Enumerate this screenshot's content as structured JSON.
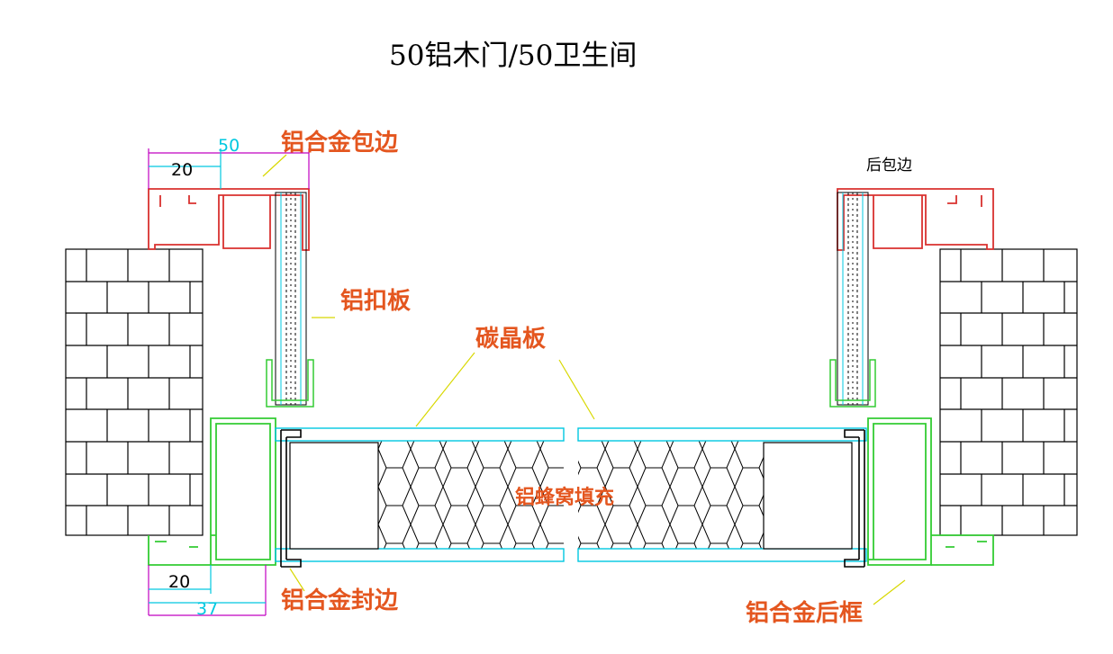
{
  "title": "50铝木门/50卫生间",
  "labels": {
    "aluminum_edge": "铝合金包边",
    "rear_edge": "后包边",
    "aluminum_cover": "铝扣板",
    "carbon_board": "碳晶板",
    "honeycomb_fill": "铝蜂窝填充",
    "alloy_seal_edge": "铝合金封边",
    "alloy_rear_frame": "铝合金后框"
  },
  "dimensions": {
    "top_overall": "50",
    "top_inner": "20",
    "bottom_inner": "20",
    "bottom_overall": "37"
  },
  "colors": {
    "label": "#e4561f",
    "alloy_frame_red": "#d9312f",
    "rear_frame_green": "#33cc33",
    "dim_magenta": "#c000c0",
    "dim_cyan": "#00c8e0",
    "leader_yellow": "#d8d800",
    "line": "#000000"
  }
}
